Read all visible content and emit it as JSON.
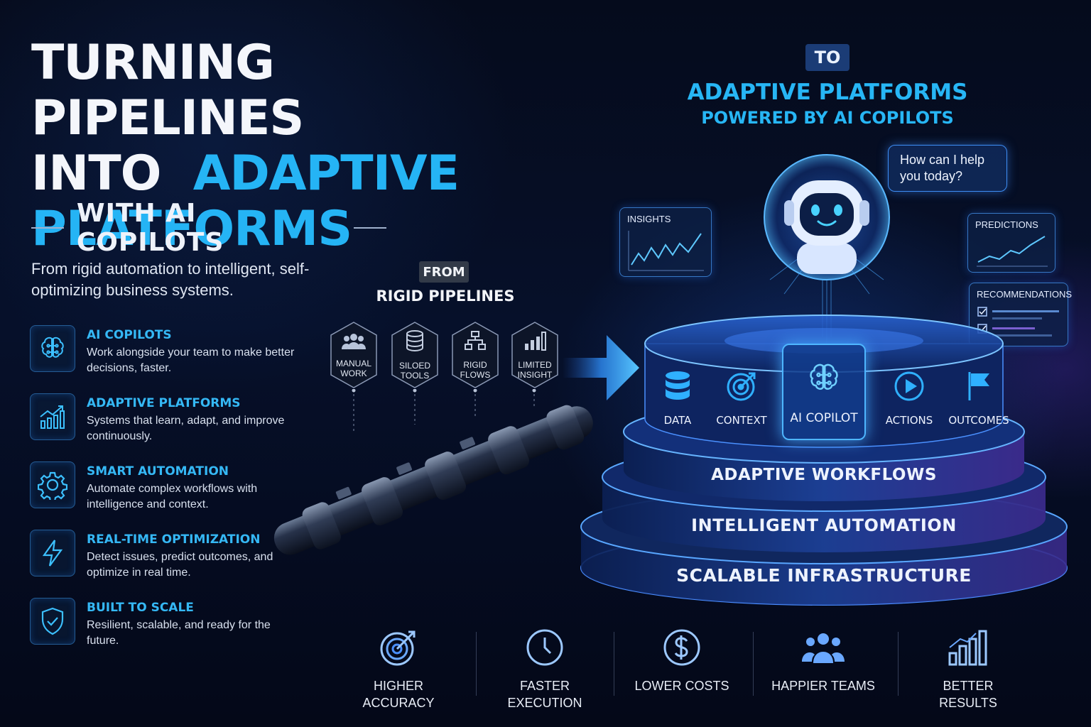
{
  "heading": {
    "line1": "TURNING PIPELINES",
    "line2_white": "INTO",
    "line2_blue": "ADAPTIVE",
    "line3_blue": "PLATFORMS",
    "subtitle": "WITH AI COPILOTS",
    "tagline": "From rigid automation to intelligent, self-optimizing business systems."
  },
  "features": [
    {
      "icon": "brain-icon",
      "title": "AI COPILOTS",
      "desc": "Work alongside your team to make better decisions, faster."
    },
    {
      "icon": "growth-chart-icon",
      "title": "ADAPTIVE PLATFORMS",
      "desc": "Systems that learn, adapt, and improve continuously."
    },
    {
      "icon": "gear-icon",
      "title": "SMART AUTOMATION",
      "desc": "Automate complex workflows with intelligence and context."
    },
    {
      "icon": "lightning-icon",
      "title": "REAL-TIME OPTIMIZATION",
      "desc": "Detect issues, predict outcomes, and optimize in real time."
    },
    {
      "icon": "shield-check-icon",
      "title": "BUILT TO SCALE",
      "desc": "Resilient, scalable, and ready for the future."
    }
  ],
  "from": {
    "badge": "FROM",
    "title": "RIGID PIPELINES",
    "items": [
      {
        "icon": "people-icon",
        "label": "MANUAL WORK"
      },
      {
        "icon": "database-icon",
        "label": "SILOED TOOLS"
      },
      {
        "icon": "flowchart-icon",
        "label": "RIGID FLOWS"
      },
      {
        "icon": "bar-chart-icon",
        "label": "LIMITED INSIGHT"
      }
    ]
  },
  "to": {
    "badge": "TO",
    "title": "ADAPTIVE PLATFORMS",
    "subtitle": "POWERED BY AI COPILOTS",
    "bubble": "How can I help you today?",
    "panels": {
      "insights": "INSIGHTS",
      "predictions": "PREDICTIONS",
      "recommendations": "RECOMMENDATIONS"
    },
    "modules": [
      {
        "icon": "database-icon",
        "label": "DATA"
      },
      {
        "icon": "target-icon",
        "label": "CONTEXT"
      },
      {
        "icon": "brain-icon",
        "label": "AI COPILOT"
      },
      {
        "icon": "play-icon",
        "label": "ACTIONS"
      },
      {
        "icon": "flag-icon",
        "label": "OUTCOMES"
      }
    ],
    "layers": [
      "ADAPTIVE WORKFLOWS",
      "INTELLIGENT AUTOMATION",
      "SCALABLE INFRASTRUCTURE"
    ]
  },
  "benefits": [
    {
      "icon": "target-icon",
      "label": "HIGHER ACCURACY"
    },
    {
      "icon": "clock-icon",
      "label": "FASTER EXECUTION"
    },
    {
      "icon": "dollar-icon",
      "label": "LOWER COSTS"
    },
    {
      "icon": "team-icon",
      "label": "HAPPIER TEAMS"
    },
    {
      "icon": "bar-chart-icon",
      "label": "BETTER RESULTS"
    }
  ],
  "colors": {
    "accent": "#25b4f5",
    "background": "#050b1c",
    "glow": "#3e8ef5"
  }
}
